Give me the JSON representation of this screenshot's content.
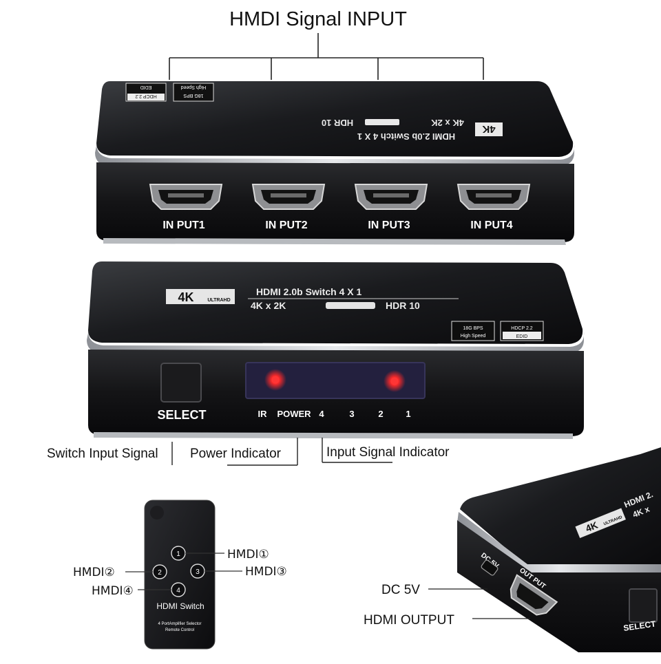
{
  "top_title": "HMDI Signal INPUT",
  "rear_panel": {
    "ports": [
      "IN PUT1",
      "IN PUT2",
      "IN PUT3",
      "IN PUT4"
    ],
    "badge_edid": "EDID",
    "badge_hdcp": "HDCP 2.2",
    "badge_speed": "High Speed",
    "badge_bps": "18G BPS"
  },
  "front_panel": {
    "logo": "4K",
    "logo_sub": "ULTRAHD",
    "model_line1": "HDMI 2.0b Switch 4 X 1",
    "model_line2": "4K x 2K",
    "model_hdr": "HDR 10",
    "badge_bps": "18G BPS",
    "badge_speed": "High Speed",
    "badge_hdcp": "HDCP 2.2",
    "badge_edid": "EDID",
    "select_label": "SELECT",
    "indicators": [
      "IR",
      "POWER",
      "4",
      "3",
      "2",
      "1"
    ],
    "lit_leds": [
      "POWER",
      "1"
    ]
  },
  "callouts": {
    "switch_input": "Switch Input Signal",
    "power_indicator": "Power Indicator",
    "input_indicator": "Input Signal Indicator"
  },
  "remote": {
    "buttons": [
      "1",
      "2",
      "3",
      "4"
    ],
    "label_1": "HMDI①",
    "label_2": "HMDI②",
    "label_3": "HMDI③",
    "label_4": "HMDI④",
    "title": "HDMI Switch",
    "subtitle_1": "4 PortAmplifier Selector",
    "subtitle_2": "Remote Control"
  },
  "side_view": {
    "logo": "4K",
    "logo_sub": "ULTRAHD",
    "text_1": "HDMI 2.",
    "text_2": "4K x",
    "dc_label": "DC 5V",
    "out_label": "OUT PUT",
    "select_label": "SELECT",
    "callout_dc": "DC 5V",
    "callout_out": "HDMI OUTPUT"
  },
  "colors": {
    "body_dark": "#111214",
    "trim_silver": "#c9ccd0",
    "led_red": "#ff2a2a",
    "led_window": "#23203e"
  }
}
